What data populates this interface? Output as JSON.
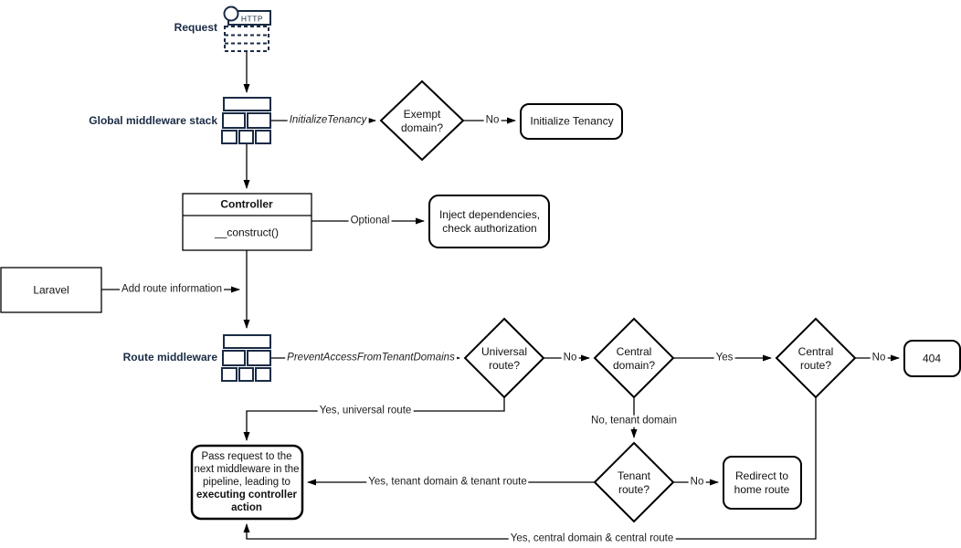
{
  "colors": {
    "accent_navy": "#1a2b45",
    "shape_stroke": "#000000",
    "background": "#ffffff"
  },
  "nodes": {
    "request": {
      "label": "Request",
      "http_text": "HTTP"
    },
    "global_middleware_stack": {
      "label": "Global middleware stack"
    },
    "route_middleware": {
      "label": "Route middleware"
    },
    "exempt_domain": {
      "label": "Exempt domain?"
    },
    "initialize_tenancy": {
      "label": "Initialize Tenancy"
    },
    "controller": {
      "title": "Controller",
      "method": "__construct()"
    },
    "inject": {
      "label": "Inject dependencies, check authorization"
    },
    "laravel": {
      "label": "Laravel"
    },
    "universal_route": {
      "label": "Universal route?"
    },
    "central_domain": {
      "label": "Central domain?"
    },
    "central_route": {
      "label": "Central route?"
    },
    "not_found": {
      "label": "404"
    },
    "tenant_route": {
      "label": "Tenant route?"
    },
    "redirect_home": {
      "label": "Redirect to home route"
    },
    "pass_request": {
      "text": "Pass request to the next middleware in the pipeline, leading to ",
      "bold_text": "executing controller action"
    }
  },
  "edges": {
    "initialize_tenancy_mw": "InitializeTenancy",
    "no_exempt": "No",
    "optional": "Optional",
    "add_route_information": "Add route information",
    "prevent_access_mw": "PreventAccessFromTenantDomains",
    "no_universal": "No",
    "yes_central_domain": "Yes",
    "no_central_route": "No",
    "yes_universal_route": "Yes, universal route",
    "no_tenant_domain": "No, tenant domain",
    "no_tenant_route": "No",
    "yes_tenant_route": "Yes, tenant domain & tenant route",
    "yes_central_route": "Yes, central domain & central route"
  }
}
